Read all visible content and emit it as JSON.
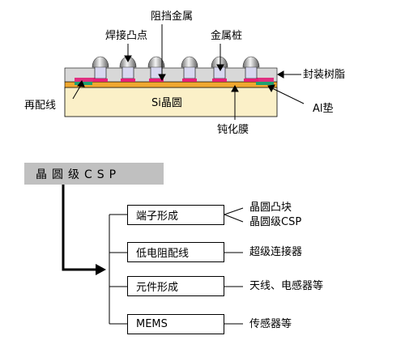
{
  "cross_section": {
    "labels": {
      "solder_bump": "焊接凸点",
      "barrier_metal": "阻挡金属",
      "metal_post": "金属桩",
      "encapsulant": "封装树脂",
      "redistribution": "再配线",
      "al_pad": "Al垫",
      "passivation": "钝化膜",
      "wafer": "Si晶圆"
    },
    "colors": {
      "wafer": "#fbf0c8",
      "passivation": "#f0a830",
      "resin": "#d8d8d8",
      "post": "#d8d8f0",
      "barrier": "#e8207a",
      "redistribution": "#e03080",
      "al_pad": "#20a070"
    }
  },
  "tree": {
    "root": "晶圆级CSP",
    "branches": [
      {
        "box": "端子形成",
        "results": [
          "晶圆凸块",
          "晶圆级CSP"
        ]
      },
      {
        "box": "低电阻配线",
        "results": [
          "超级连接器"
        ]
      },
      {
        "box": "元件形成",
        "results": [
          "天线、电感器等"
        ]
      },
      {
        "box": "MEMS",
        "results": [
          "传感器等"
        ]
      }
    ]
  }
}
